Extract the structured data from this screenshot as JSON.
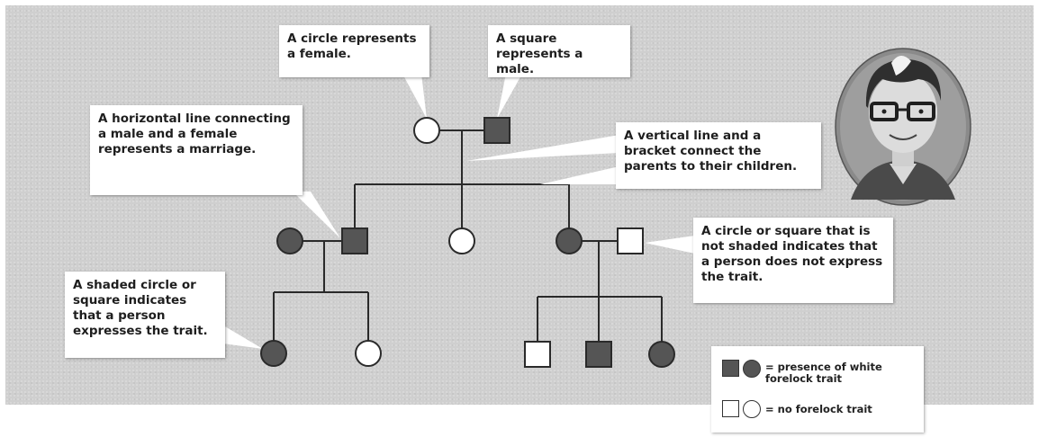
{
  "callouts": {
    "circle": "A circle represents a female.",
    "square": "A square represents a male.",
    "horizontal": "A horizontal line connecting a male and a female represents a marriage.",
    "vertical": "A vertical line and a bracket connect the parents to their children.",
    "shaded": "A shaded circle or square indicates that a person expresses the trait.",
    "unshaded": "A circle or square that is not shaded indicates that a person does not express the trait."
  },
  "legend": {
    "affected": "= presence of white forelock trait",
    "unaffected": "= no forelock trait"
  },
  "colors": {
    "affected_fill": "#555555",
    "unaffected_fill": "#ffffff",
    "panel_background": "#cfcfcf",
    "line": "#2a2a2a"
  },
  "icons": [
    "character-portrait"
  ]
}
